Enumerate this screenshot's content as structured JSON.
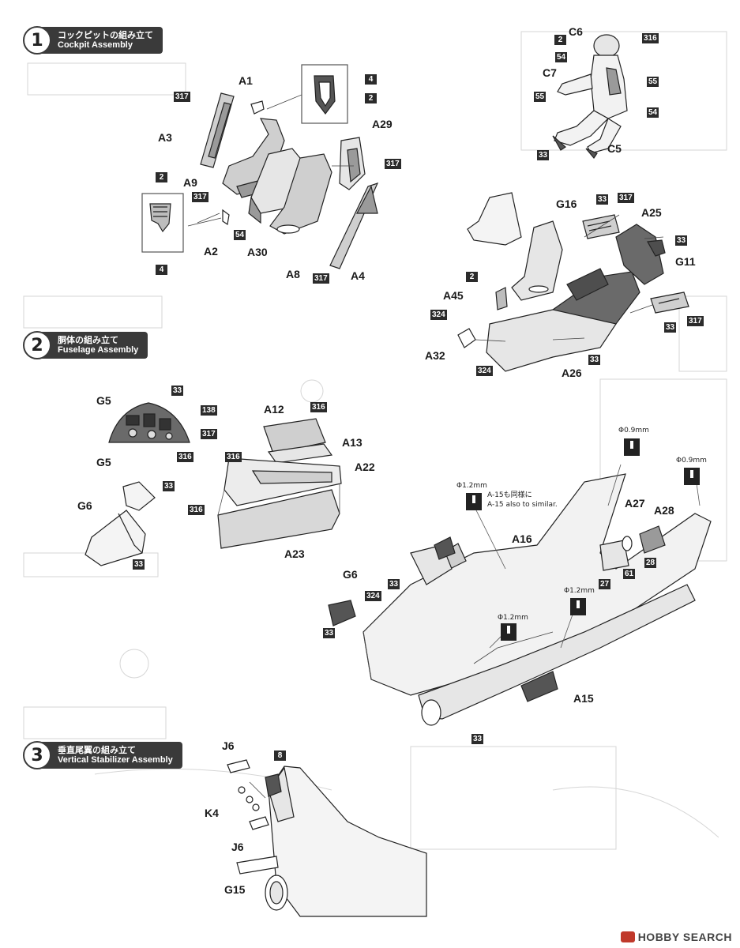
{
  "steps": [
    {
      "number": "1",
      "title_jp": "コックピットの組み立て",
      "title_en": "Cockpit Assembly"
    },
    {
      "number": "2",
      "title_jp": "胴体の組み立て",
      "title_en": "Fuselage Assembly"
    },
    {
      "number": "3",
      "title_jp": "垂直尾翼の組み立て",
      "title_en": "Vertical Stabilizer Assembly"
    }
  ],
  "parts": {
    "a1": "A1",
    "a3": "A3",
    "a9": "A9",
    "a2": "A2",
    "a30": "A30",
    "a8": "A8",
    "a4": "A4",
    "a29": "A29",
    "c6": "C6",
    "c7": "C7",
    "c5": "C5",
    "g16": "G16",
    "a25": "A25",
    "g11": "G11",
    "a45": "A45",
    "a32": "A32",
    "a26": "A26",
    "g5": "G5",
    "g5b": "G5",
    "g6": "G6",
    "a12": "A12",
    "a13": "A13",
    "a22": "A22",
    "a23": "A23",
    "a27": "A27",
    "a28": "A28",
    "a16": "A16",
    "g6b": "G6",
    "a15": "A15",
    "j6": "J6",
    "k4": "K4",
    "j6b": "J6",
    "g15": "G15"
  },
  "colors": {
    "c317a": "317",
    "c4a": "4",
    "c2a": "2",
    "c317b": "317",
    "c317c": "317",
    "c2b": "2",
    "c4b": "4",
    "c54a": "54",
    "c317d": "317",
    "c2c": "2",
    "c316a": "316",
    "c54b": "54",
    "c55a": "55",
    "c55b": "55",
    "c54c": "54",
    "c33a": "33",
    "c33b": "33",
    "c317e": "317",
    "c33c": "33",
    "c2d": "2",
    "c324a": "324",
    "c33d": "33",
    "c317f": "317",
    "c324b": "324",
    "c33e": "33",
    "c33f": "33",
    "c138": "138",
    "c317g": "317",
    "c316b": "316",
    "c316c": "316",
    "c33g": "33",
    "c316d": "316",
    "c316e": "316",
    "c33h": "33",
    "c61": "61",
    "c28": "28",
    "c27": "27",
    "c33i": "33",
    "c324c": "324",
    "c33j": "33",
    "c33k": "33",
    "c8": "8"
  },
  "drill": {
    "d1": "Φ0.9mm",
    "d2": "Φ0.9mm",
    "d3": "Φ1.2mm",
    "d4": "Φ1.2mm",
    "d5": "Φ1.2mm"
  },
  "notes": {
    "a15_jp": "A-15も同様に",
    "a15_en": "A-15 also to similar."
  },
  "watermark": "HOBBY SEARCH"
}
